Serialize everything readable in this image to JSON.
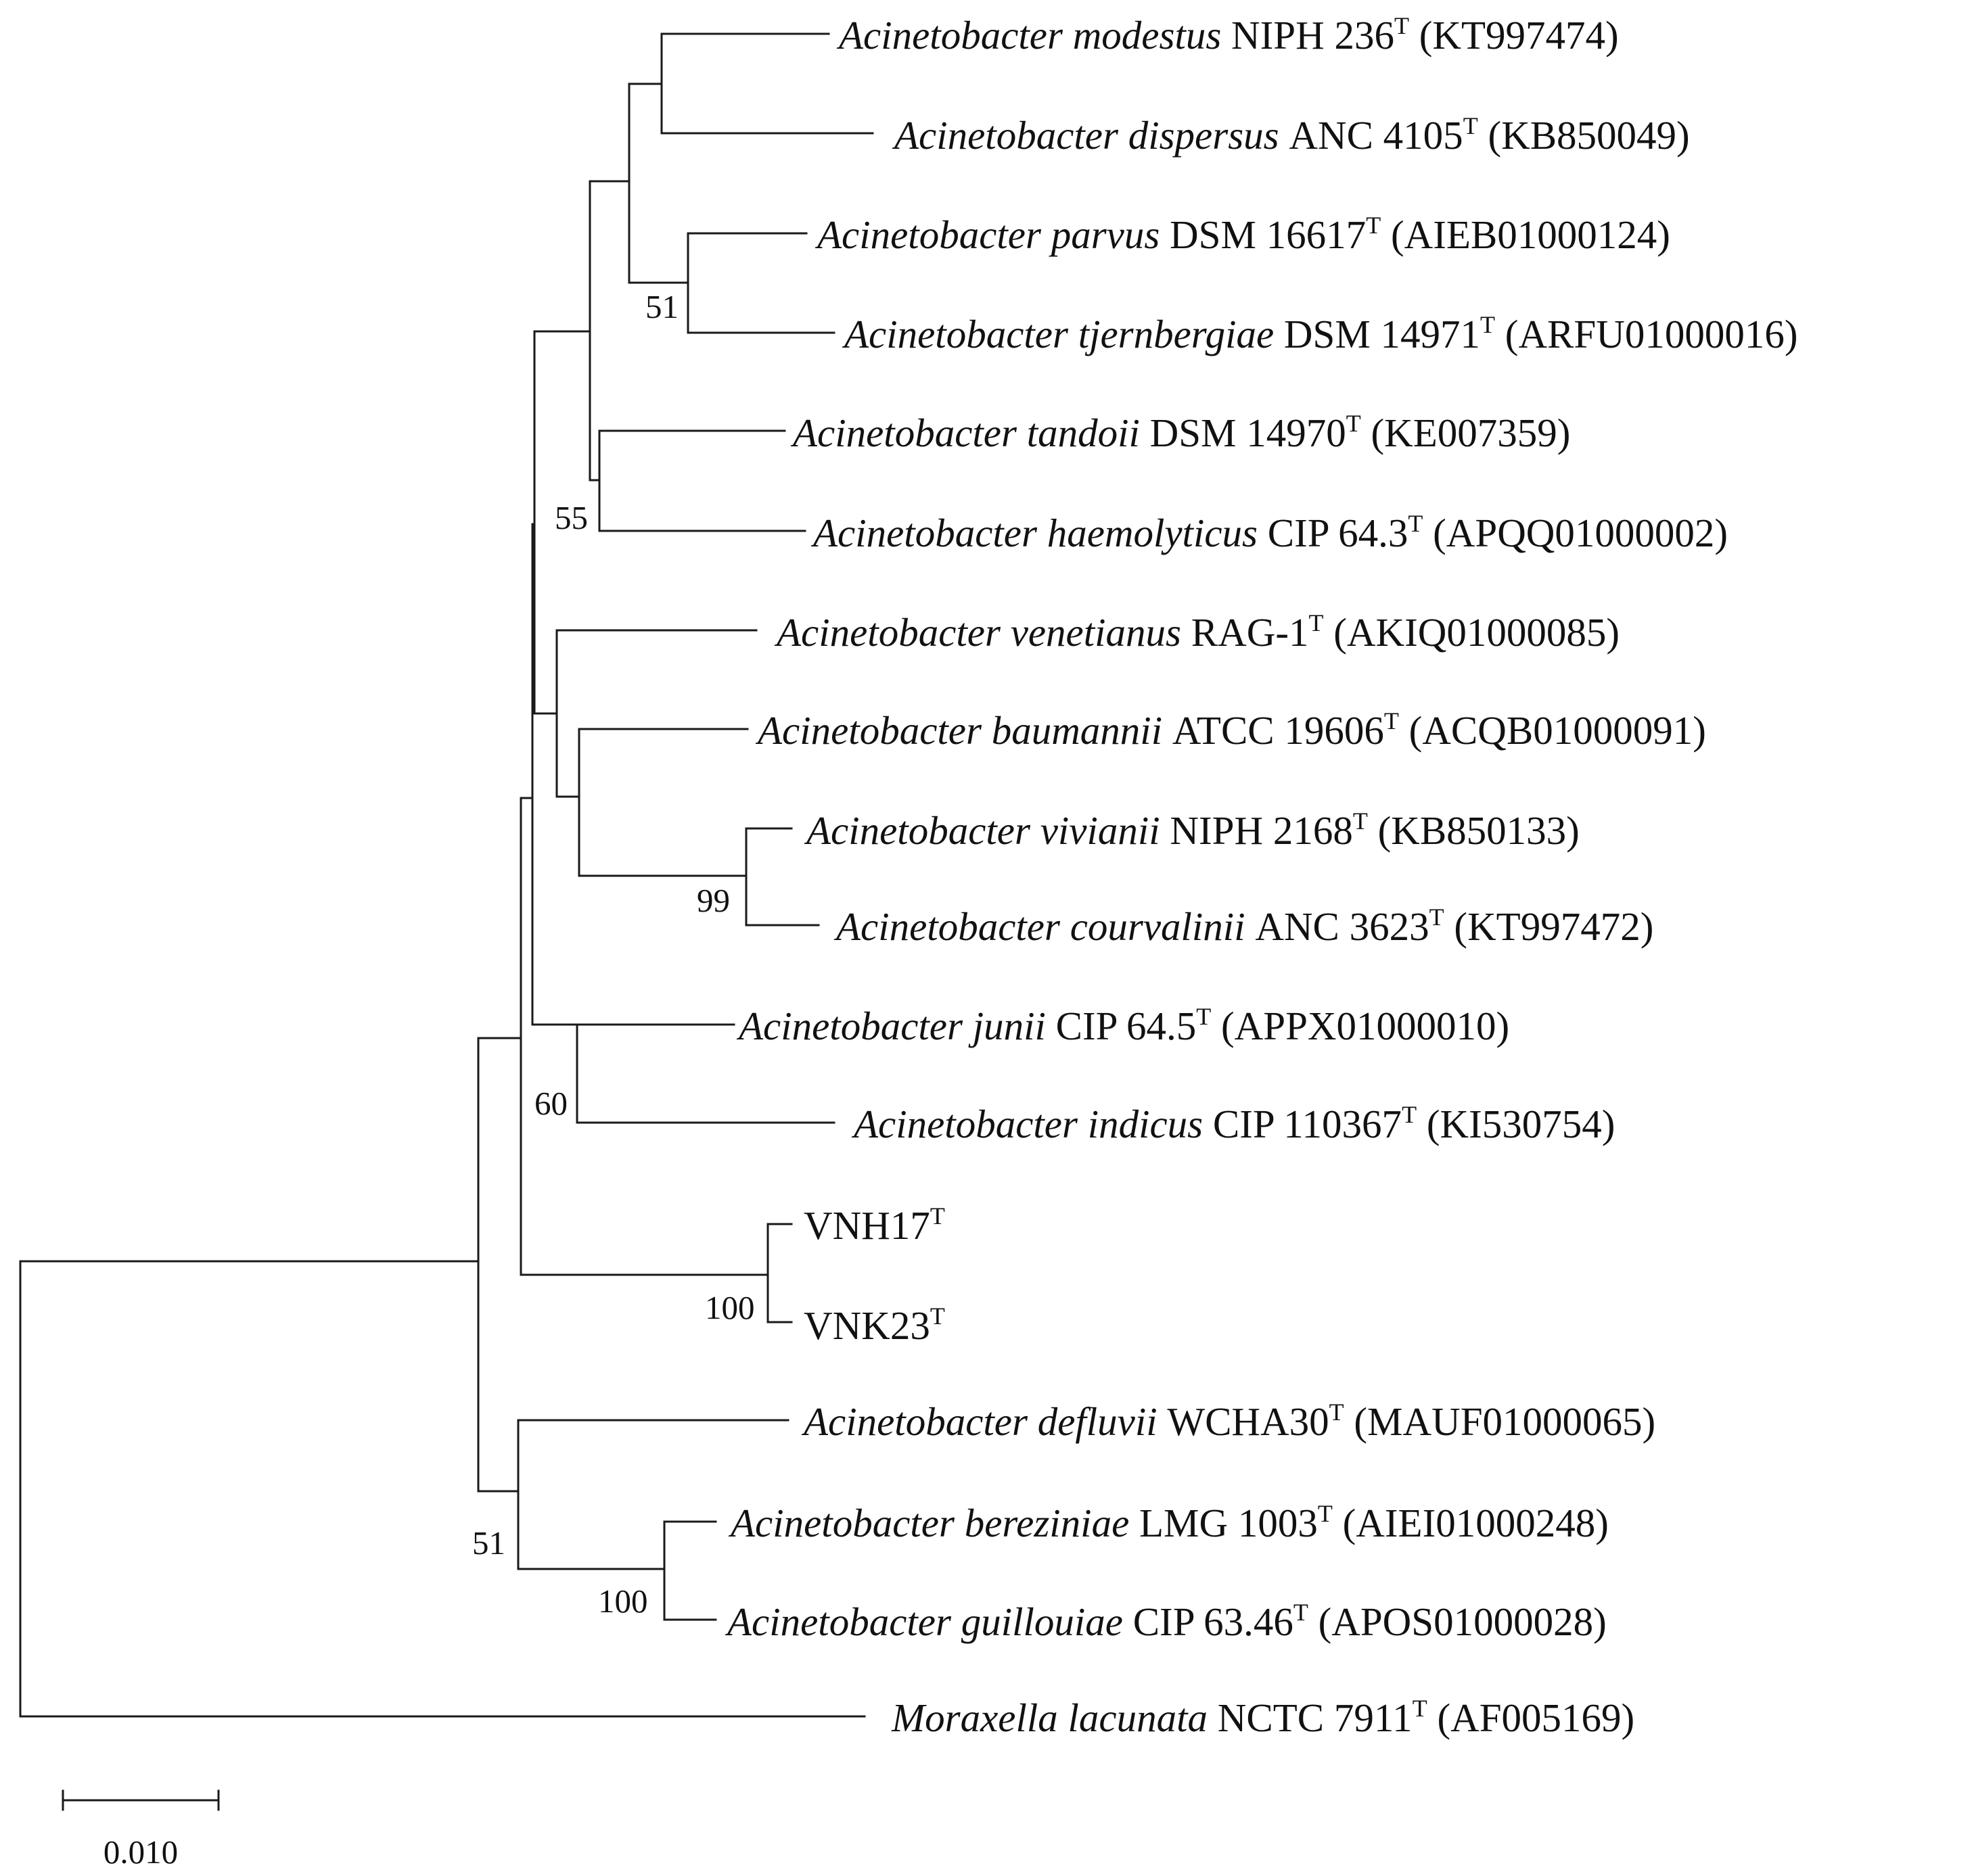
{
  "tree": {
    "taxa": [
      {
        "genus": "Acinetobacter",
        "species": "modestus",
        "strain": "NIPH 236",
        "type_mark": "T",
        "accession": "(KT997474)"
      },
      {
        "genus": "Acinetobacter",
        "species": "dispersus",
        "strain": "ANC 4105",
        "type_mark": "T",
        "accession": "(KB850049)"
      },
      {
        "genus": "Acinetobacter",
        "species": "parvus",
        "strain": "DSM 16617",
        "type_mark": "T",
        "accession": "(AIEB01000124)"
      },
      {
        "genus": "Acinetobacter",
        "species": "tjernbergiae",
        "strain": "DSM 14971",
        "type_mark": "T",
        "accession": "(ARFU01000016)"
      },
      {
        "genus": "Acinetobacter",
        "species": "tandoii",
        "strain": "DSM 14970",
        "type_mark": "T",
        "accession": "(KE007359)"
      },
      {
        "genus": "Acinetobacter",
        "species": "haemolyticus",
        "strain": "CIP 64.3",
        "type_mark": "T",
        "accession": "(APQQ01000002)"
      },
      {
        "genus": "Acinetobacter",
        "species": "venetianus",
        "strain": "RAG-1",
        "type_mark": "T",
        "accession": "(AKIQ01000085)"
      },
      {
        "genus": "Acinetobacter",
        "species": "baumannii",
        "strain": "ATCC 19606",
        "type_mark": "T",
        "accession": "(ACQB01000091)"
      },
      {
        "genus": "Acinetobacter",
        "species": "vivianii",
        "strain": "NIPH 2168",
        "type_mark": "T",
        "accession": "(KB850133)"
      },
      {
        "genus": "Acinetobacter",
        "species": "courvalinii",
        "strain": "ANC 3623",
        "type_mark": "T",
        "accession": "(KT997472)"
      },
      {
        "genus": "Acinetobacter",
        "species": "junii",
        "strain": "CIP 64.5",
        "type_mark": "T",
        "accession": "(APPX01000010)"
      },
      {
        "genus": "Acinetobacter",
        "species": "indicus",
        "strain": "CIP 110367",
        "type_mark": "T",
        "accession": "(KI530754)"
      },
      {
        "genus": "",
        "species": "",
        "strain": "VNH17",
        "type_mark": "T",
        "accession": ""
      },
      {
        "genus": "",
        "species": "",
        "strain": "VNK23",
        "type_mark": "T",
        "accession": ""
      },
      {
        "genus": "Acinetobacter",
        "species": "defluvii",
        "strain": "WCHA30",
        "type_mark": "T",
        "accession": "(MAUF01000065)"
      },
      {
        "genus": "Acinetobacter",
        "species": "bereziniae",
        "strain": "LMG 1003",
        "type_mark": "T",
        "accession": "(AIEI01000248)"
      },
      {
        "genus": "Acinetobacter",
        "species": "guillouiae",
        "strain": "CIP 63.46",
        "type_mark": "T",
        "accession": "(APOS01000028)"
      },
      {
        "genus": "Moraxella",
        "species": "lacunata",
        "strain": "NCTC 7911",
        "type_mark": "T",
        "accession": "(AF005169)"
      }
    ],
    "bootstrap_values": [
      "51",
      "55",
      "99",
      "60",
      "100",
      "51",
      "100"
    ],
    "scale_bar": {
      "value": "0.010"
    }
  }
}
